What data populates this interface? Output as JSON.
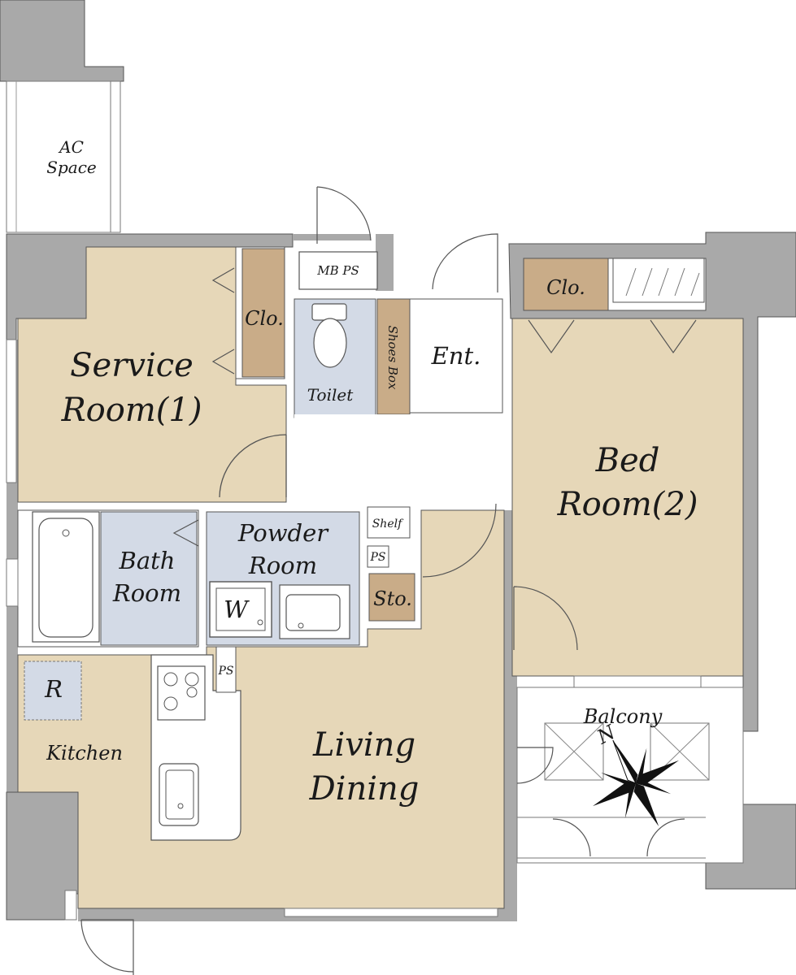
{
  "colors": {
    "wall": "#a9a9a9",
    "room_tan": "#e6d7b8",
    "closet_brown": "#c9ac88",
    "wet_blue": "#d3dae6",
    "white": "#ffffff"
  },
  "rooms": {
    "ac_space": [
      "AC",
      "Space"
    ],
    "mb_ps": "MB PS",
    "service_room": [
      "Service",
      "Room(1)"
    ],
    "closet_service": "Clo.",
    "toilet": "Toilet",
    "shoes_box": "Shoes Box",
    "entrance": "Ent.",
    "closet_bed": "Clo.",
    "bed_room": [
      "Bed",
      "Room(2)"
    ],
    "bath_room": [
      "Bath",
      "Room"
    ],
    "powder_room": [
      "Powder",
      "Room"
    ],
    "washer": "W",
    "shelf": "Shelf",
    "ps_upper": "PS",
    "storage": "Sto.",
    "ps_lower": "PS",
    "refrigerator": "R",
    "kitchen": "Kitchen",
    "living_dining": [
      "Living",
      "Dining"
    ],
    "balcony": "Balcony"
  },
  "compass": {
    "north_label": "N",
    "icon": "north-arrow-compass-icon"
  }
}
